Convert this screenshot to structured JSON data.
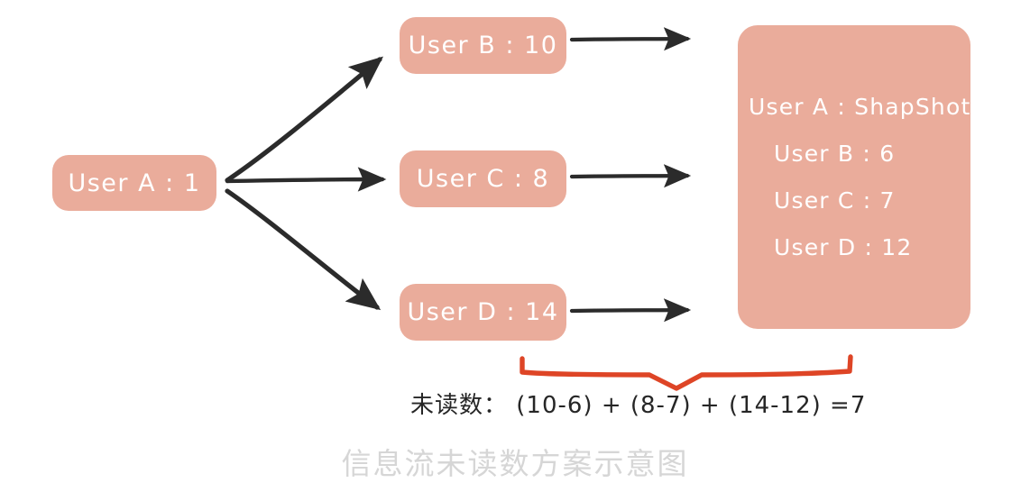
{
  "diagram": {
    "caption": "信息流未读数方案示意图",
    "colors": {
      "node_fill": "#eaac9b",
      "node_text": "#ffffff",
      "arrow": "#2b2b2b",
      "bracket": "#de4526",
      "formula_text": "#262626",
      "caption_text": "#d6d6d6",
      "background": "#ffffff"
    },
    "source_node": {
      "label": "User A : 1"
    },
    "fanout_nodes": [
      {
        "label": "User B : 10"
      },
      {
        "label": "User C : 8"
      },
      {
        "label": "User D : 14"
      }
    ],
    "snapshot_panel": {
      "head": "User A : ShapShot",
      "items": [
        "User B : 6",
        "User C : 7",
        "User D : 12"
      ]
    },
    "formula": "未读数： (10-6) + (8-7) + (14-12) =7"
  }
}
